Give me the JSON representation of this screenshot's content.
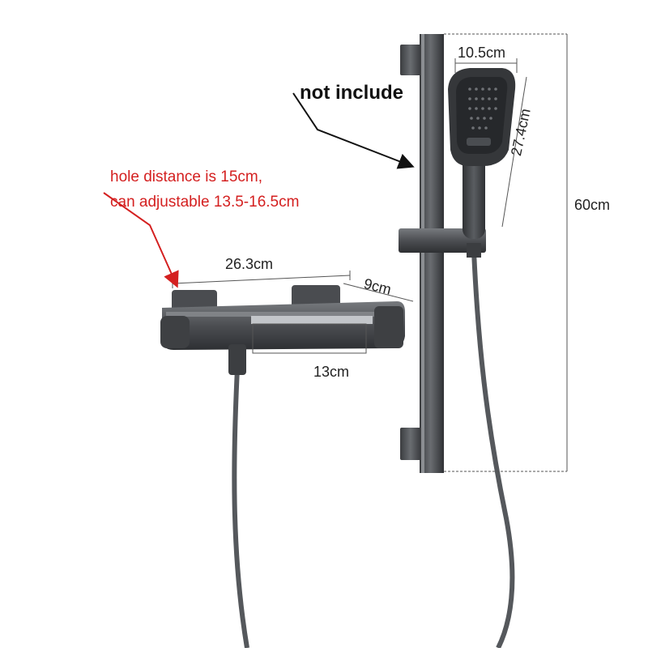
{
  "annotations": {
    "not_include": "not include",
    "hole_line1": "hole distance is 15cm,",
    "hole_line2": "can adjustable 13.5-16.5cm",
    "rail_height": "60cm",
    "head_width": "10.5cm",
    "head_length": "27.4cm",
    "faucet_length": "26.3cm",
    "faucet_depth": "9cm",
    "valve_width": "13cm"
  },
  "colors": {
    "metal_dark": "#3f4144",
    "metal_mid": "#5c5f63",
    "metal_light": "#8a8d91",
    "dimension_line": "#555555",
    "red_note": "#d42020",
    "arrow_black": "#111111"
  },
  "icons": {
    "arrow": "arrow-icon",
    "shower_head": "shower-head-icon"
  }
}
